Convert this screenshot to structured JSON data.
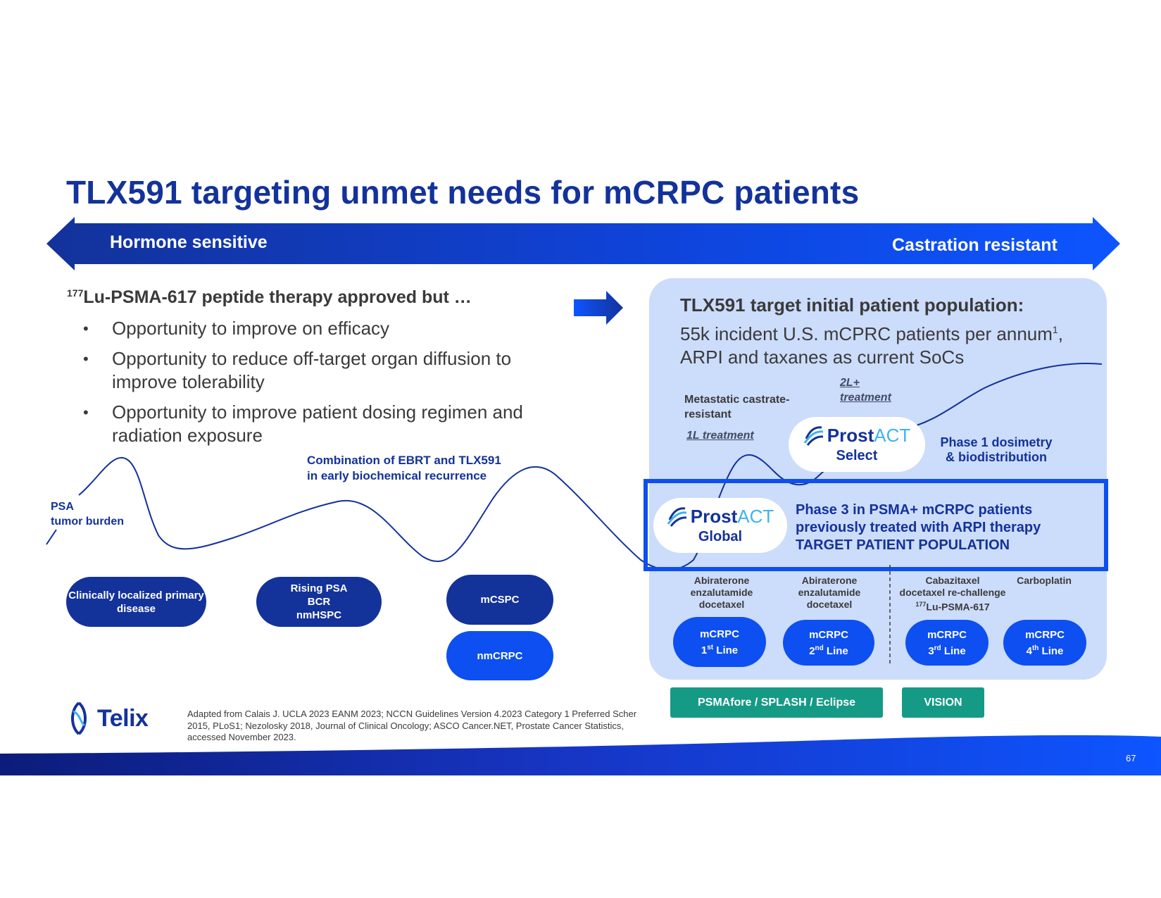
{
  "title": "TLX591 targeting unmet needs for mCRPC patients",
  "banner": {
    "left_label": "Hormone sensitive",
    "right_label": "Castration resistant"
  },
  "left": {
    "lead_sup": "177",
    "lead_text": "Lu-PSMA-617 peptide therapy approved but …",
    "bullets": [
      "Opportunity to improve on efficacy",
      "Opportunity to reduce off-target organ diffusion to improve tolerability",
      "Opportunity to improve patient dosing regimen and radiation exposure"
    ]
  },
  "curve": {
    "psa_label_line1": "PSA",
    "psa_label_line2": "tumor burden",
    "combo_line1": "Combination of EBRT and TLX591",
    "combo_line2": "in early biochemical recurrence"
  },
  "stages": {
    "clinically": "Clinically localized primary disease",
    "rising_1": "Rising PSA",
    "rising_2": "BCR",
    "rising_3": "nmHSPC",
    "mcspc": "mCSPC",
    "nmcrpc": "nmCRPC"
  },
  "target": {
    "heading": "TLX591 target initial patient population:",
    "body_1": "55k incident U.S. mCPRC patients per annum",
    "body_sup": "1",
    "body_2": ", ARPI and taxanes as current SoCs",
    "metastatic": "Metastatic castrate-resistant",
    "first_line": "1L treatment",
    "second_line": "2L+ treatment",
    "phase1": "Phase 1 dosimetry & biodistribution",
    "phase3_line1": "Phase 3 in PSMA+ mCRPC patients",
    "phase3_line2": "previously treated with ARPI therapy",
    "phase3_line3": "TARGET PATIENT POPULATION"
  },
  "badges": {
    "prost": "Prost",
    "act": "ACT",
    "select": "Select",
    "global": "Global"
  },
  "drugs": {
    "col1": "Abiraterone enzalutamide docetaxel",
    "col2": "Abiraterone enzalutamide docetaxel",
    "col3_line1": "Cabazitaxel",
    "col3_line2": "docetaxel re-challenge",
    "col3_sup": "177",
    "col3_line3": "Lu-PSMA-617",
    "col4": "Carboplatin"
  },
  "lines": {
    "l1": "mCRPC",
    "l1b": "1",
    "l1sup": "st",
    "l1c": " Line",
    "l2": "mCRPC",
    "l2b": "2",
    "l2sup": "nd",
    "l2c": " Line",
    "l3": "mCRPC",
    "l3b": "3",
    "l3sup": "rd",
    "l3c": "  Line",
    "l4": "mCRPC",
    "l4b": "4",
    "l4sup": "th",
    "l4c": " Line"
  },
  "trials": {
    "psmafore": "PSMAfore / SPLASH / Eclipse",
    "vision": "VISION"
  },
  "footer": {
    "brand": "Telix",
    "refs": "Adapted from Calais J. UCLA 2023 EANM 2023; NCCN Guidelines Version 4.2023 Category 1 Preferred Scher 2015, PLoS1; Nezolosky 2018, Journal of Clinical Oncology; ASCO Cancer.NET, Prostate Cancer Statistics, accessed November 2023.",
    "page": "67"
  },
  "colors": {
    "navy": "#13329a",
    "bright_blue": "#0d4ff0",
    "panel": "#ccdcfb",
    "teal": "#159a86",
    "act_cyan": "#3db4ec"
  }
}
